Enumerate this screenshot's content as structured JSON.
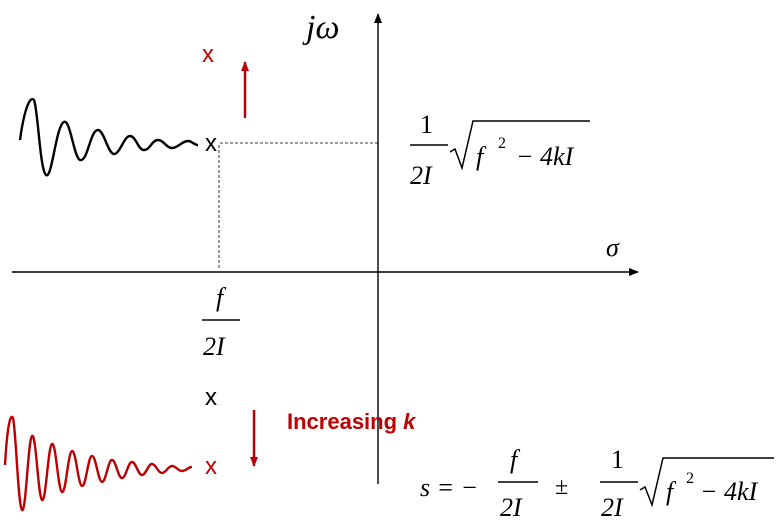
{
  "axes": {
    "vertical_label": "jω",
    "horizontal_label": "σ"
  },
  "poles": {
    "marker": "x",
    "upper_marker_color": "#c00000",
    "lower_marker_color": "#c00000",
    "center_marker_color": "#000000"
  },
  "imag_label": {
    "numerator": "1",
    "denominator": "2I",
    "radicand": "f",
    "radicand_exp": "2",
    "radicand_rest": "− 4kI"
  },
  "real_label": {
    "numerator": "f",
    "denominator": "2I"
  },
  "annotation": {
    "text": "Increasing ",
    "var": "k",
    "color": "#c00000"
  },
  "formula": {
    "lhs": "s = −",
    "frac1_num": "f",
    "frac1_den": "2I",
    "pm": "±",
    "frac2_num": "1",
    "frac2_den": "2I",
    "radicand": "f",
    "radicand_exp": "2",
    "radicand_rest": "− 4kI"
  },
  "colors": {
    "axis": "#000000",
    "accent": "#c00000",
    "guide": "#000000"
  }
}
